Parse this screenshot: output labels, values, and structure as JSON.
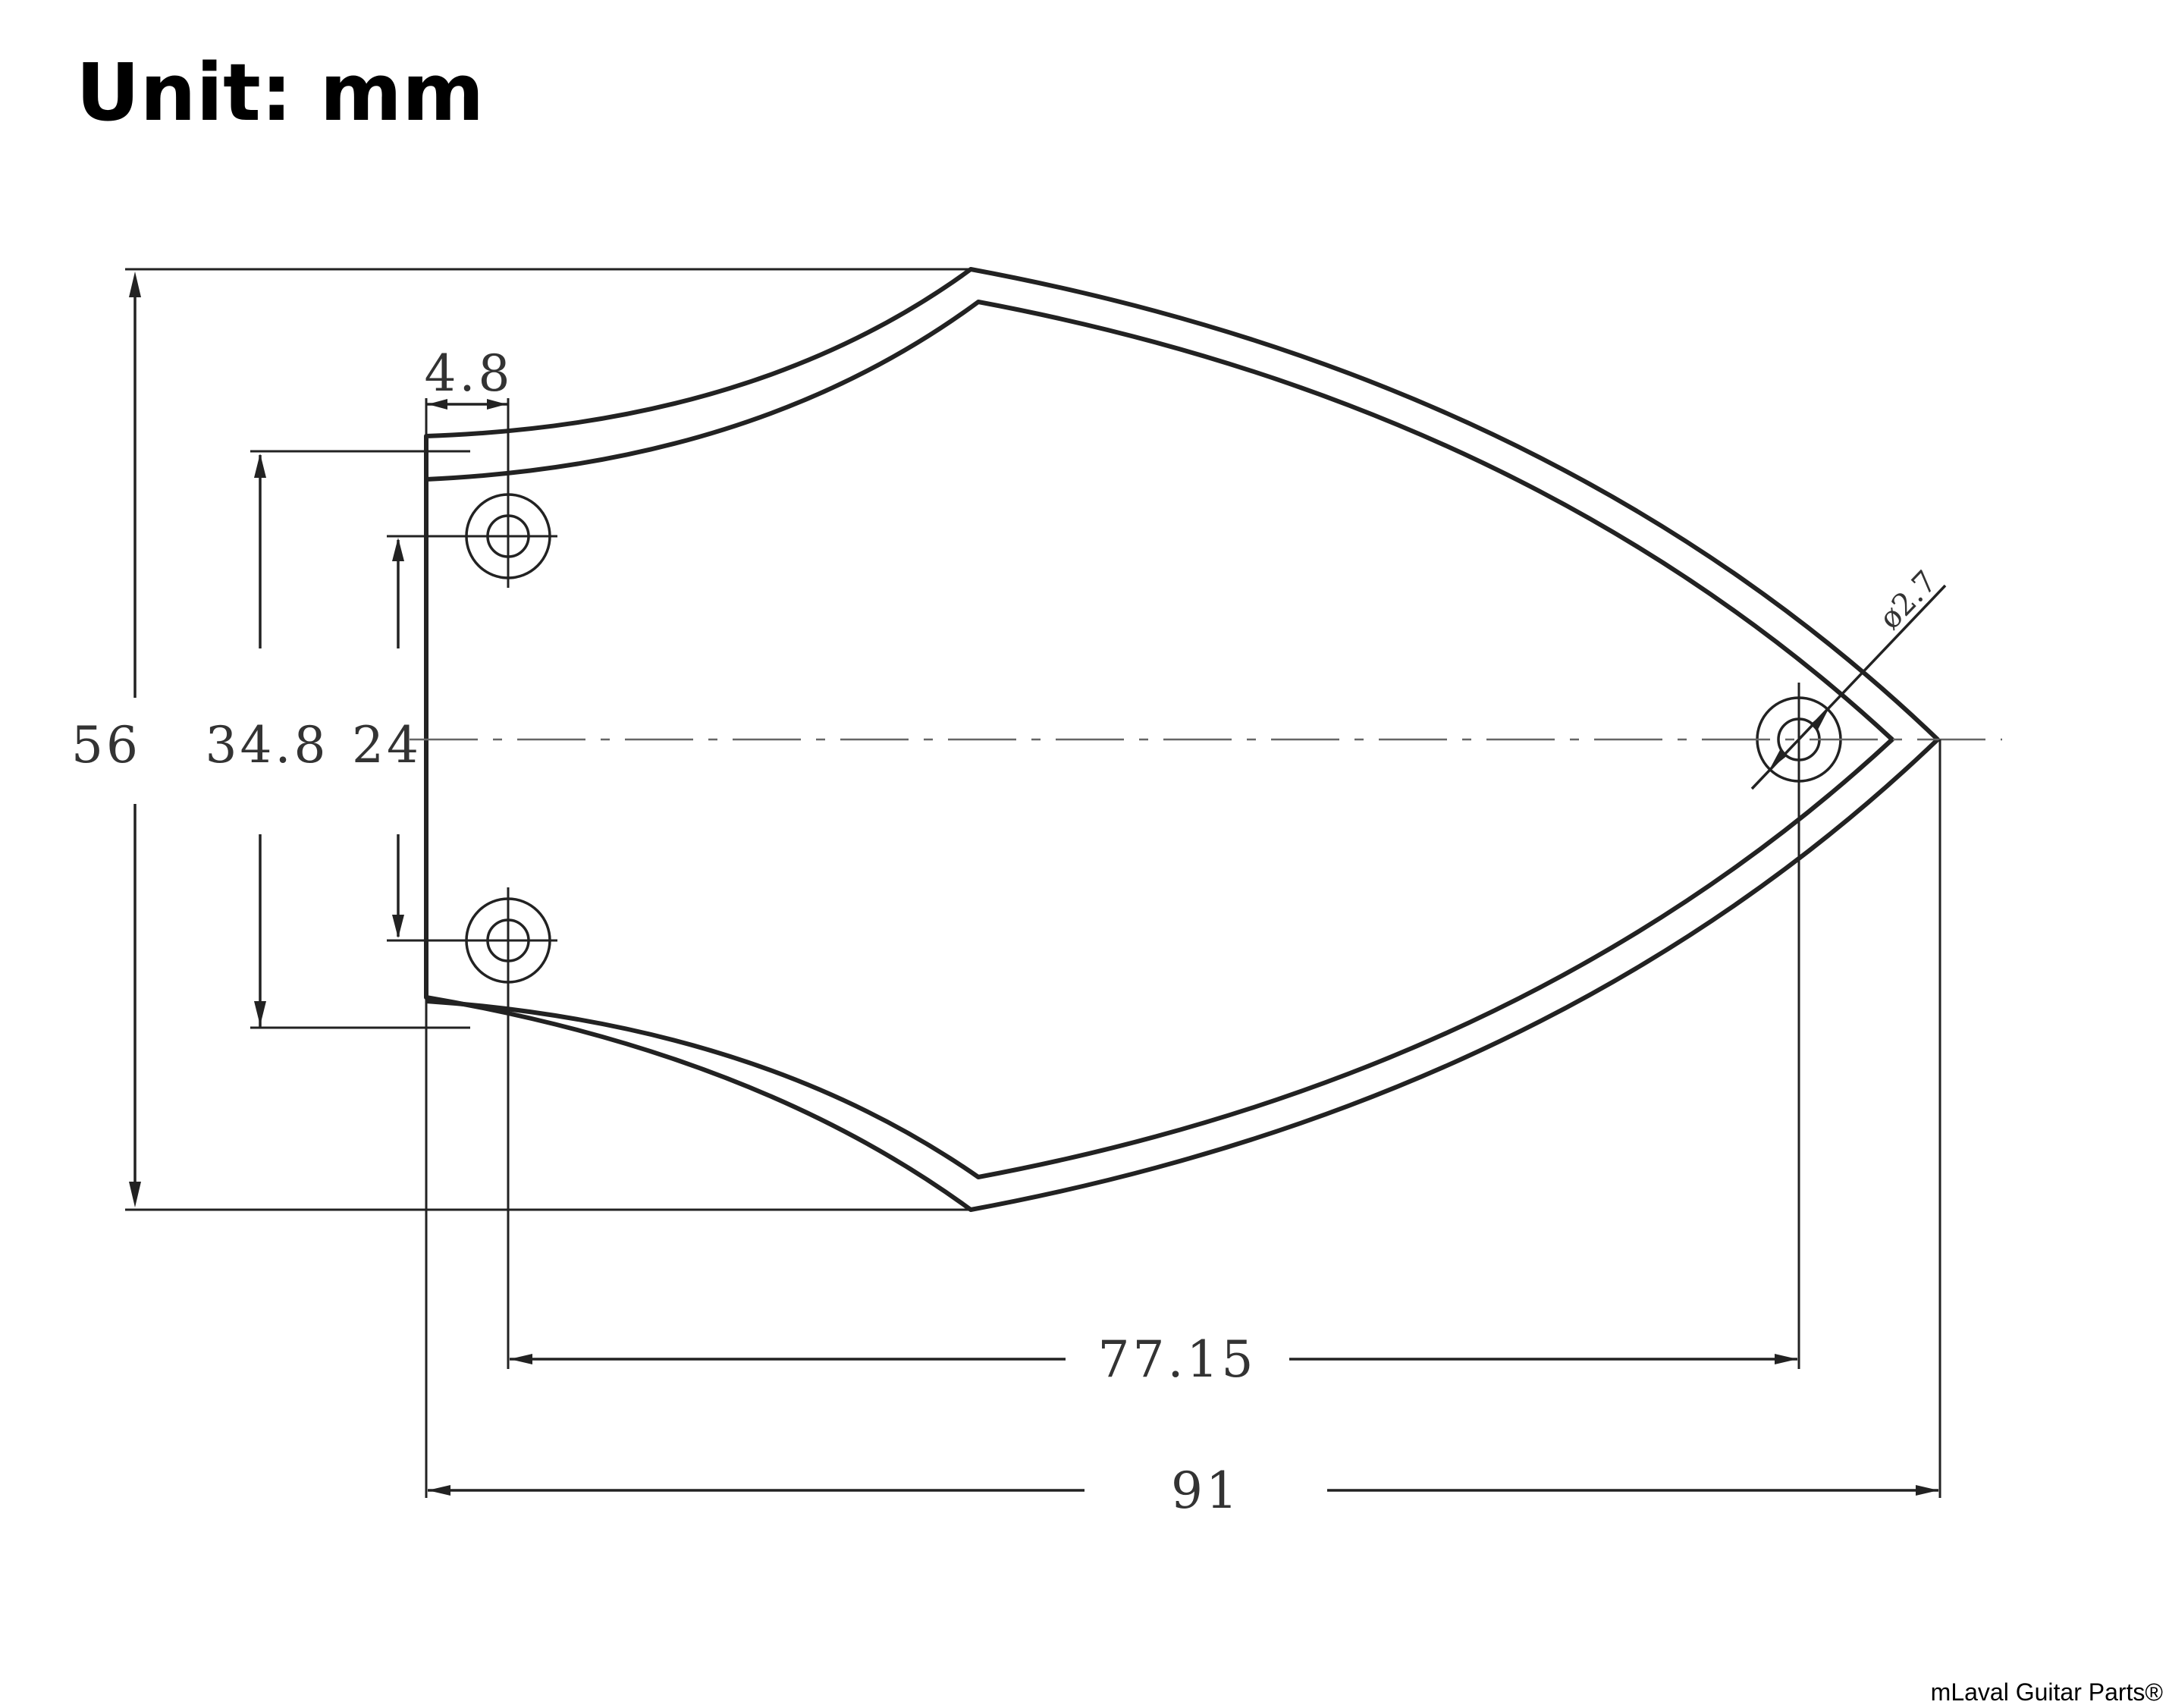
{
  "title": "Unit: mm",
  "brand": "mLaval Guitar Parts®",
  "dimensions": {
    "overall_height": "56",
    "outer_hole_span": "34.8",
    "hole_spacing": "24",
    "hole_edge_offset": "4.8",
    "hole_to_tip_hole": "77.15",
    "overall_length": "91",
    "hole_diameter": "ø2.7"
  },
  "part": {
    "name": "truss rod cover",
    "mounting_holes": 3
  }
}
